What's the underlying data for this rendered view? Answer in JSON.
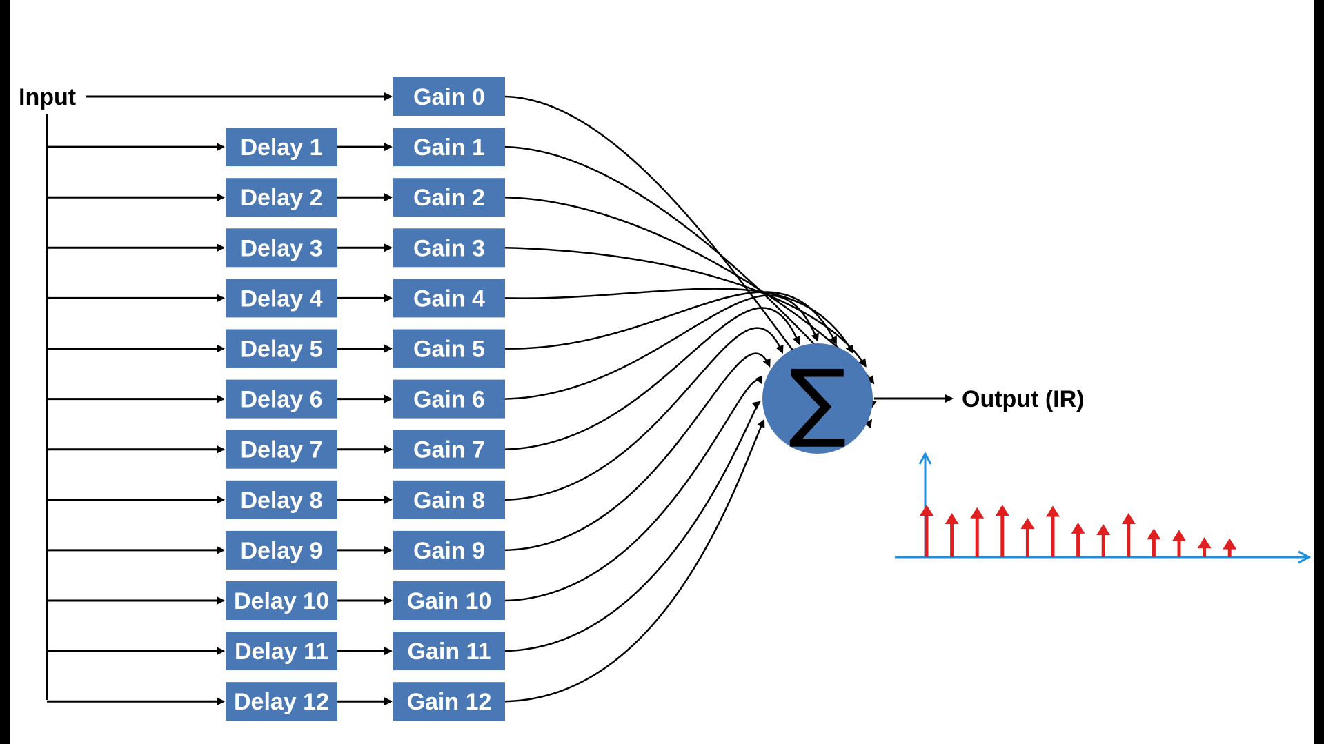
{
  "diagram": {
    "input_label": "Input",
    "output_label": "Output (IR)",
    "sum_symbol": "∑",
    "delay_blocks": [
      "Delay 1",
      "Delay 2",
      "Delay 3",
      "Delay 4",
      "Delay 5",
      "Delay 6",
      "Delay 7",
      "Delay 8",
      "Delay 9",
      "Delay 10",
      "Delay 11",
      "Delay 12"
    ],
    "gain_blocks": [
      "Gain 0",
      "Gain 1",
      "Gain 2",
      "Gain 3",
      "Gain 4",
      "Gain 5",
      "Gain 6",
      "Gain 7",
      "Gain 8",
      "Gain 9",
      "Gain 10",
      "Gain 11",
      "Gain 12"
    ],
    "block_color": "#4A78B4",
    "sum_color": "#4A78B4",
    "impulse_response": {
      "impulse_color": "#E02020",
      "axis_color": "#1E90E0",
      "relative_heights": [
        1.0,
        0.84,
        0.95,
        1.0,
        0.75,
        0.98,
        0.66,
        0.63,
        0.84,
        0.55,
        0.52,
        0.38,
        0.36
      ]
    }
  }
}
